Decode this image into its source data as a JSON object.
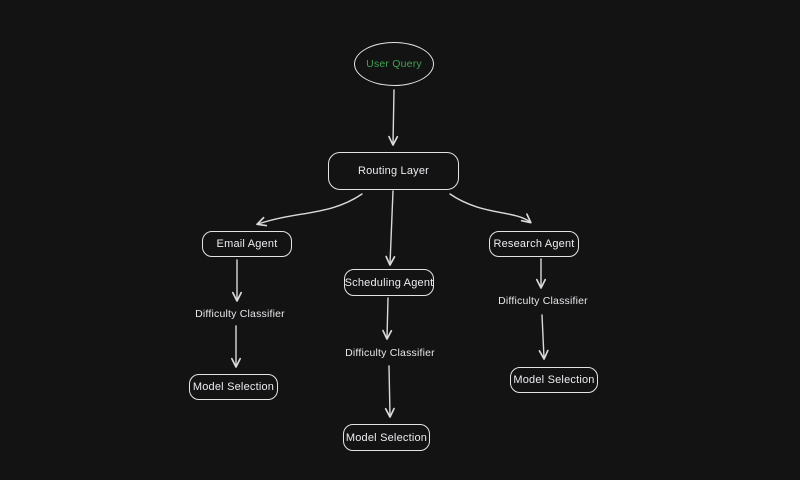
{
  "diagram": {
    "type": "flowchart",
    "style": "hand-drawn whiteboard, dark theme",
    "colors": {
      "background": "#131313",
      "node_stroke": "#e3e3e8",
      "node_text": "#ececf1",
      "edge_stroke": "#d9d9dc",
      "accent_green": "#42a256"
    },
    "nodes": {
      "user_query": {
        "label": "User Query",
        "shape": "ellipse",
        "text_color": "#42a256"
      },
      "routing_layer": {
        "label": "Routing Layer",
        "shape": "rounded-rectangle"
      },
      "email_agent": {
        "label": "Email Agent",
        "shape": "rounded-rectangle"
      },
      "scheduling_agent": {
        "label": "Scheduling Agent",
        "shape": "rounded-rectangle"
      },
      "research_agent": {
        "label": "Research Agent",
        "shape": "rounded-rectangle"
      },
      "difficulty_classifier_email": {
        "label": "Difficulty Classifier",
        "shape": "text"
      },
      "model_selection_email": {
        "label": "Model Selection",
        "shape": "rounded-rectangle"
      },
      "difficulty_classifier_scheduling": {
        "label": "Difficulty Classifier",
        "shape": "text"
      },
      "model_selection_scheduling": {
        "label": "Model Selection",
        "shape": "rounded-rectangle"
      },
      "difficulty_classifier_research": {
        "label": "Difficulty Classifier",
        "shape": "text"
      },
      "model_selection_research": {
        "label": "Model Selection",
        "shape": "rounded-rectangle"
      }
    },
    "edges": [
      {
        "from": "user_query",
        "to": "routing_layer"
      },
      {
        "from": "routing_layer",
        "to": "email_agent"
      },
      {
        "from": "routing_layer",
        "to": "scheduling_agent"
      },
      {
        "from": "routing_layer",
        "to": "research_agent"
      },
      {
        "from": "email_agent",
        "to": "difficulty_classifier_email"
      },
      {
        "from": "difficulty_classifier_email",
        "to": "model_selection_email"
      },
      {
        "from": "scheduling_agent",
        "to": "difficulty_classifier_scheduling"
      },
      {
        "from": "difficulty_classifier_scheduling",
        "to": "model_selection_scheduling"
      },
      {
        "from": "research_agent",
        "to": "difficulty_classifier_research"
      },
      {
        "from": "difficulty_classifier_research",
        "to": "model_selection_research"
      }
    ]
  }
}
